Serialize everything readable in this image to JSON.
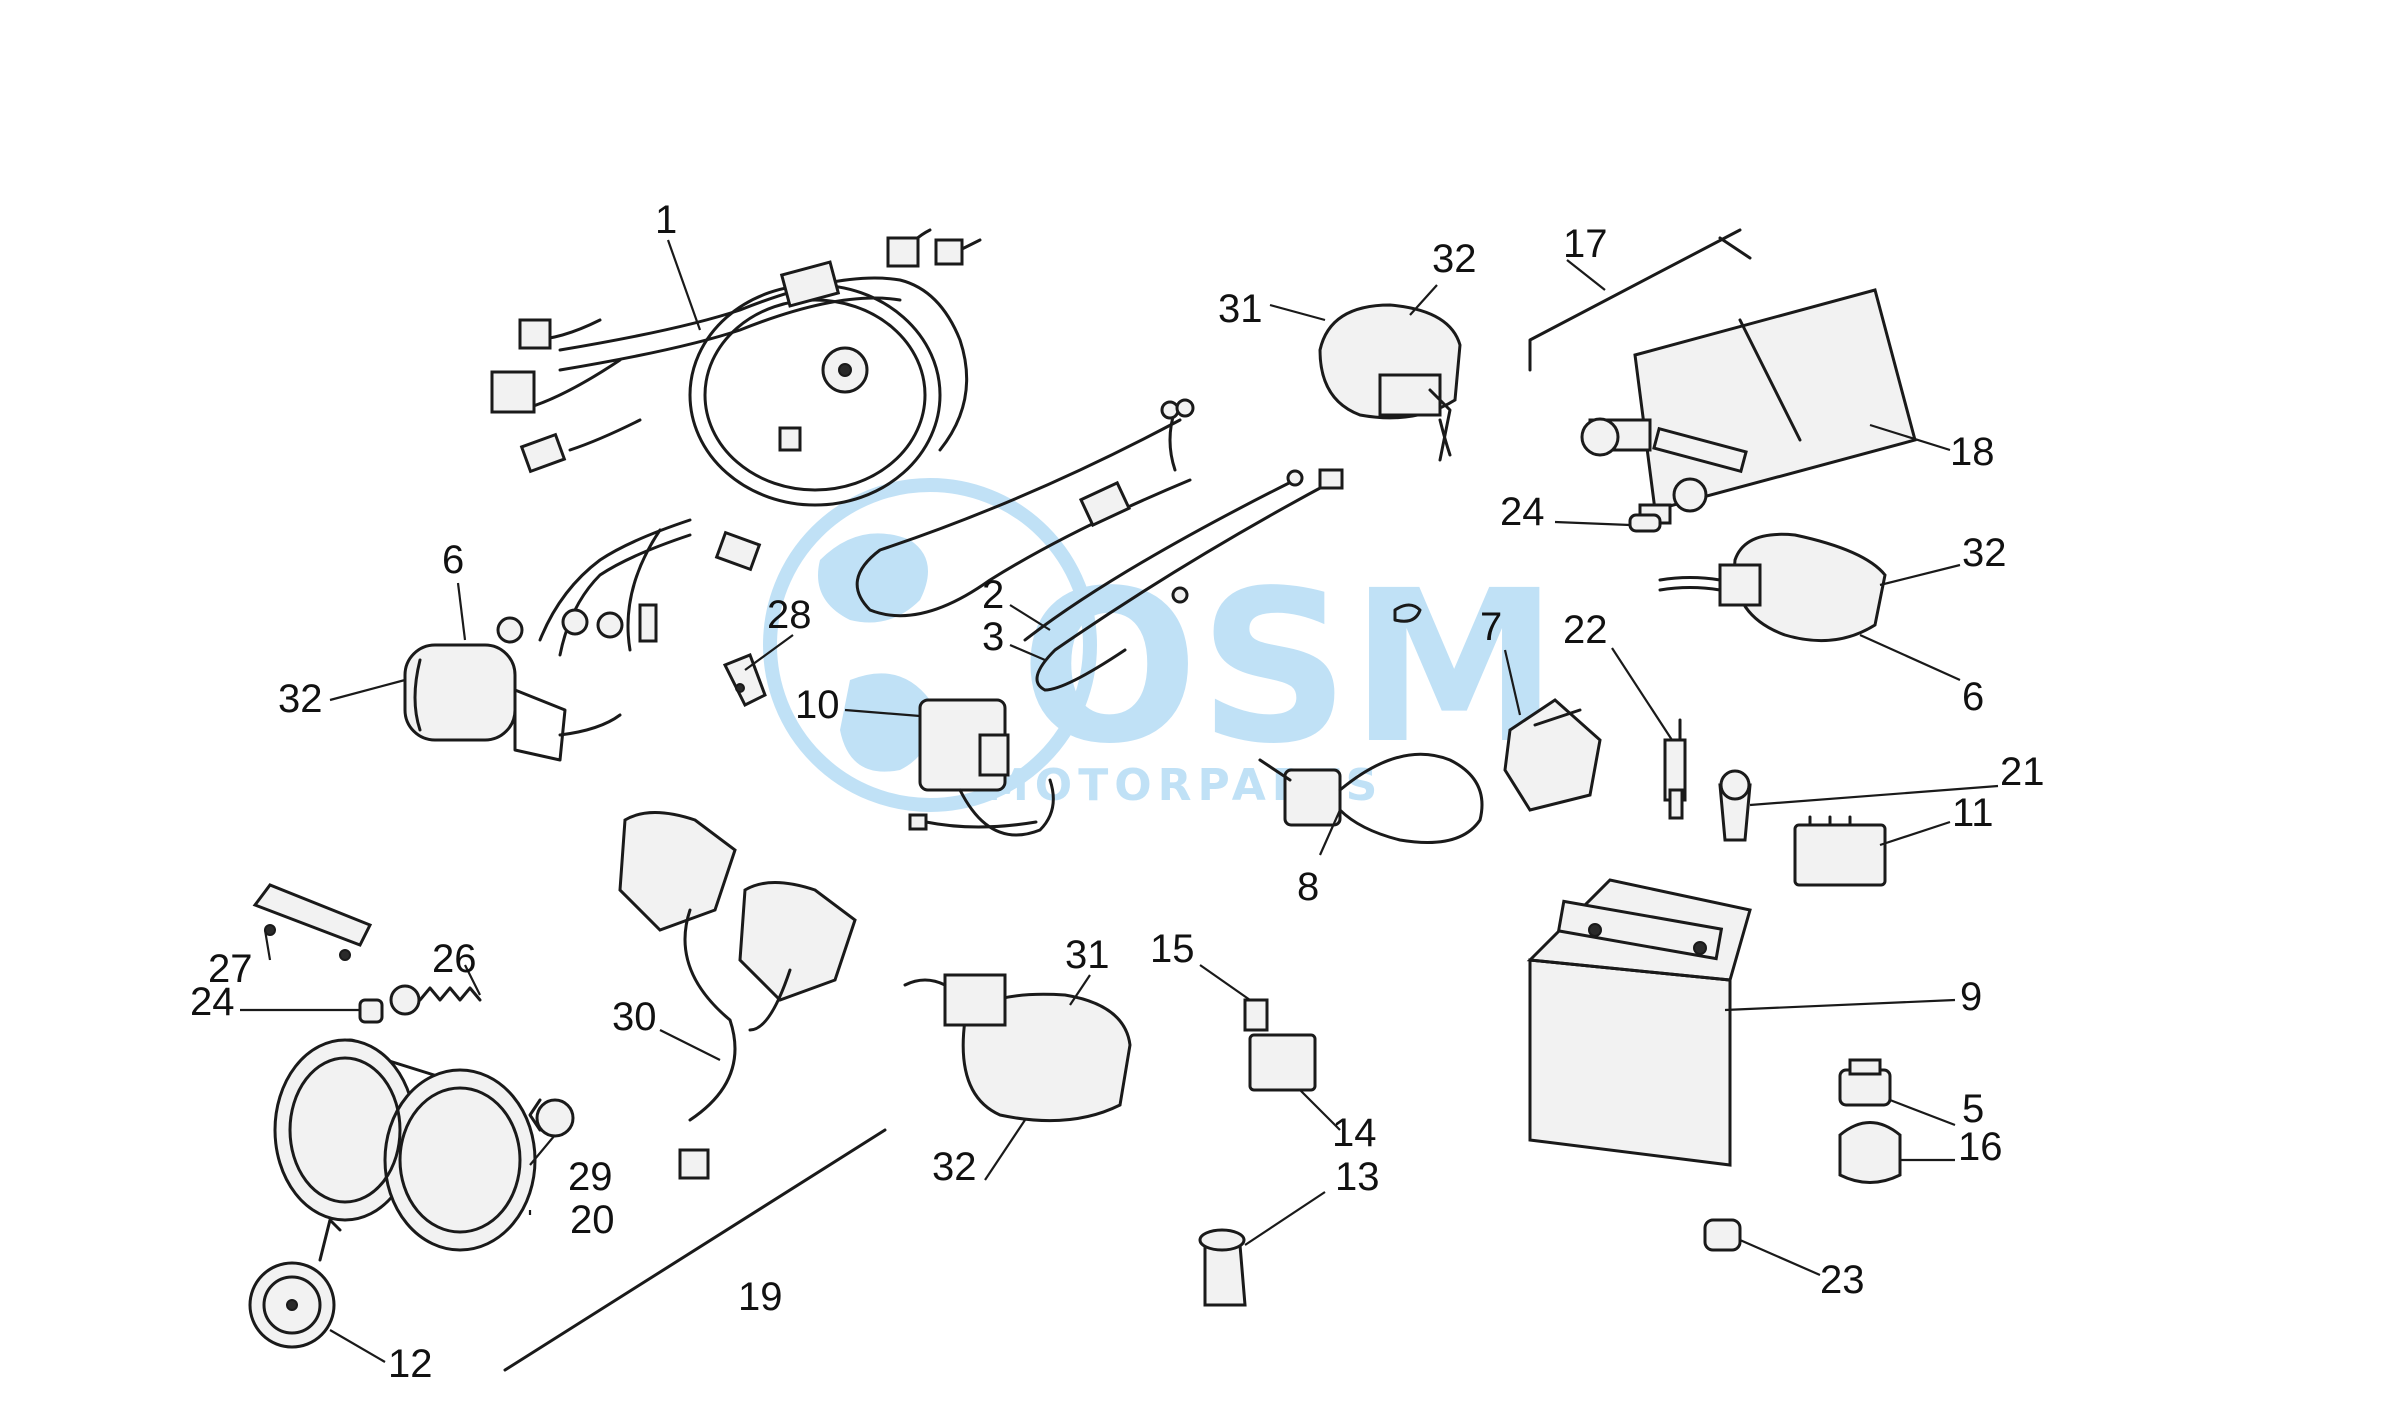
{
  "watermark": {
    "logo_text": "OSM",
    "sub_text": "MOTORPARTS",
    "color": "#8ec9ef"
  },
  "callouts": [
    "1",
    "2",
    "3",
    "5",
    "6",
    "6",
    "7",
    "8",
    "9",
    "10",
    "11",
    "12",
    "13",
    "14",
    "15",
    "16",
    "17",
    "18",
    "19",
    "20",
    "21",
    "22",
    "23",
    "24",
    "24",
    "26",
    "27",
    "28",
    "29",
    "30",
    "31",
    "31",
    "32",
    "32",
    "32",
    "32"
  ]
}
